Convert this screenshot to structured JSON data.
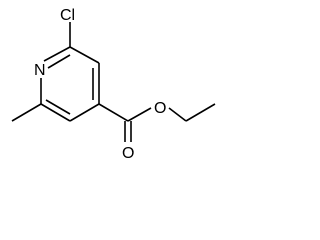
{
  "molecule": {
    "atoms": {
      "cl": "Cl",
      "n": "N",
      "o_carbonyl": "O",
      "o_ester": "O"
    }
  }
}
